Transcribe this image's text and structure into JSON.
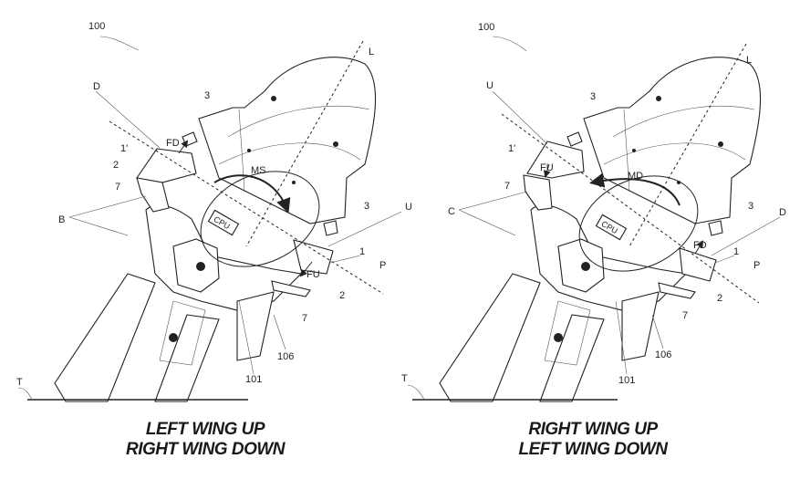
{
  "figures": [
    {
      "caption": [
        "LEFT WING UP",
        "RIGHT WING DOWN"
      ],
      "labels": {
        "ref100": "100",
        "L": "L",
        "D": "D",
        "three_a": "3",
        "FD": "FD",
        "one_prime": "1'",
        "two_a": "2",
        "seven_a": "7",
        "moment": "MS",
        "group": "B",
        "cpu": "CPU",
        "three_b": "3",
        "U": "U",
        "one": "1",
        "FU": "FU",
        "P": "P",
        "two_b": "2",
        "seven_b": "7",
        "ref106": "106",
        "ref101": "101",
        "T": "T"
      }
    },
    {
      "caption": [
        "RIGHT WING UP",
        "LEFT WING DOWN"
      ],
      "labels": {
        "ref100": "100",
        "L": "L",
        "U": "U",
        "three_a": "3",
        "one_prime": "1'",
        "FU": "FU",
        "seven_a": "7",
        "moment": "MD",
        "group": "C",
        "cpu": "CPU",
        "three_b": "3",
        "D": "D",
        "FD": "FD",
        "one": "1",
        "P": "P",
        "two_b": "2",
        "seven_b": "7",
        "ref106": "106",
        "ref101": "101",
        "T": "T"
      }
    }
  ]
}
